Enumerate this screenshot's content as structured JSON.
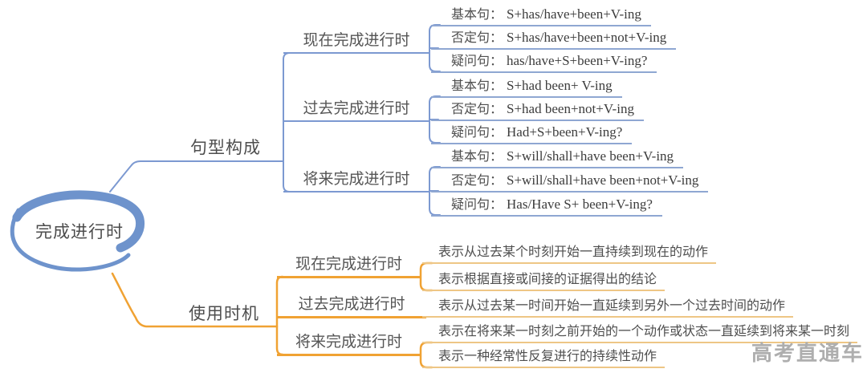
{
  "watermark": "高考直通车",
  "root": {
    "label": "完成进行时"
  },
  "colors": {
    "blue_branch": "#7c99d1",
    "blue_leaf_line": "#8fa7d2",
    "blue_ellipse": "#6e93cc",
    "orange_branch": "#f0a233",
    "orange_leaf_line": "#eec685",
    "text_gray": "#4e4e4e",
    "watermark_gray": "#aeaeae"
  },
  "branches": [
    {
      "label": "句型构成",
      "groups": [
        {
          "label": "现在完成进行时",
          "leaves": [
            {
              "tag": "基本句：",
              "formula": "S+has/have+been+V-ing"
            },
            {
              "tag": "否定句：",
              "formula": "S+has/have+been+not+V-ing"
            },
            {
              "tag": "疑问句：",
              "formula": "has/have+S+been+V-ing?"
            }
          ]
        },
        {
          "label": "过去完成进行时",
          "leaves": [
            {
              "tag": "基本句：",
              "formula": "S+had been+ V-ing"
            },
            {
              "tag": "否定句：",
              "formula": "S+had been+not+V-ing"
            },
            {
              "tag": "疑问句：",
              "formula": "Had+S+been+V-ing?"
            }
          ]
        },
        {
          "label": "将来完成进行时",
          "leaves": [
            {
              "tag": "基本句：",
              "formula": "S+will/shall+have been+V-ing"
            },
            {
              "tag": "否定句：",
              "formula": "S+will/shall+have been+not+V-ing"
            },
            {
              "tag": "疑问句：",
              "formula": "Has/Have S+ been+V-ing?"
            }
          ]
        }
      ]
    },
    {
      "label": "使用时机",
      "groups": [
        {
          "label": "现在完成进行时",
          "leaves": [
            {
              "text": "表示从过去某个时刻开始一直持续到现在的动作"
            },
            {
              "text": "表示根据直接或间接的证据得出的结论"
            }
          ]
        },
        {
          "label": "过去完成进行时",
          "leaves": [
            {
              "text": "表示从过去某一时间开始一直延续到另外一个过去时间的动作"
            }
          ]
        },
        {
          "label": "将来完成进行时",
          "leaves": [
            {
              "text": "表示在将来某一时刻之前开始的一个动作或状态一直延续到将来某一时刻"
            },
            {
              "text": "表示一种经常性反复进行的持续性动作"
            }
          ]
        }
      ]
    }
  ]
}
